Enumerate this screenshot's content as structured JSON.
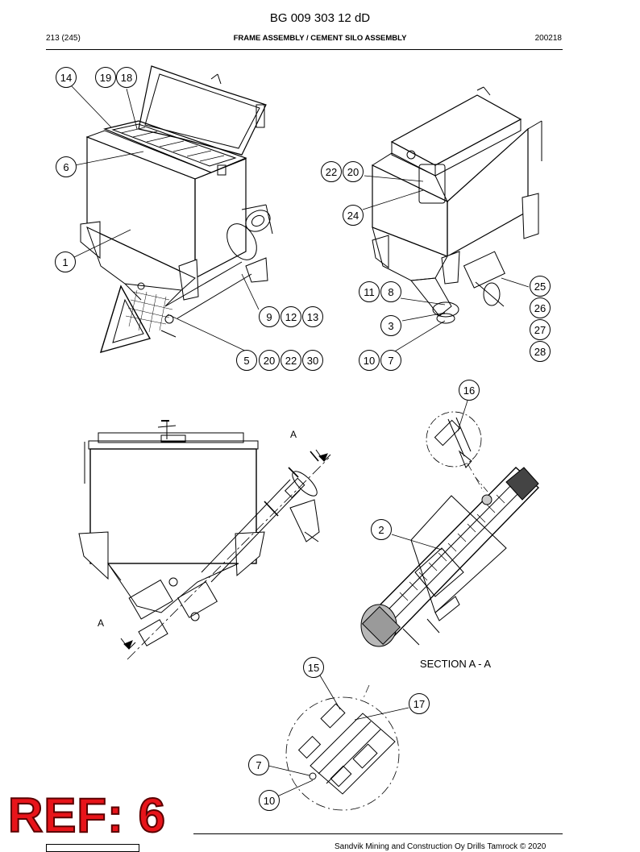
{
  "header": {
    "doc_code": "BG 009 303 12 dD",
    "page_ref": "213 (245)",
    "title": "FRAME ASSEMBLY / CEMENT SILO ASSEMBLY",
    "date": "200218"
  },
  "callouts": {
    "c14": "14",
    "c19": "19",
    "c18": "18",
    "c6": "6",
    "c1": "1",
    "c9": "9",
    "c12": "12",
    "c13": "13",
    "c5": "5",
    "c20a": "20",
    "c22a": "22",
    "c30": "30",
    "c22b": "22",
    "c20b": "20",
    "c24": "24",
    "c11": "11",
    "c8": "8",
    "c3": "3",
    "c10a": "10",
    "c7a": "7",
    "c25": "25",
    "c26": "26",
    "c27": "27",
    "c28": "28",
    "c16": "16",
    "c2": "2",
    "c15": "15",
    "c17": "17",
    "c7b": "7",
    "c10b": "10"
  },
  "labels": {
    "section_a_top": "A",
    "section_a_bottom": "A",
    "section_title": "SECTION A - A"
  },
  "stamp": {
    "ref": "REF: 6"
  },
  "footer": {
    "copyright": "Sandvik Mining and Construction Oy Drills Tamrock © 2020"
  }
}
